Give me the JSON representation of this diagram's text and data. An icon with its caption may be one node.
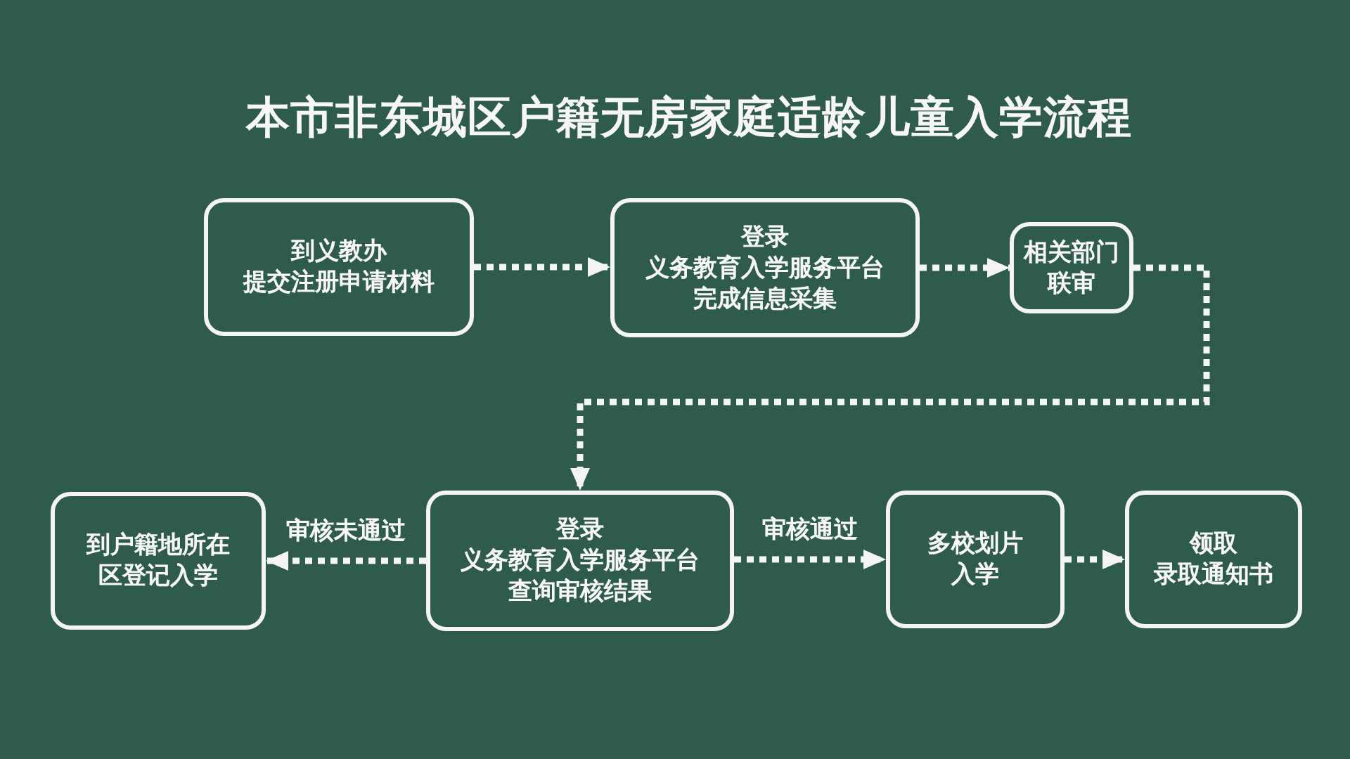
{
  "diagram": {
    "title": "本市非东城区户籍无房家庭适龄儿童入学流程",
    "nodes": [
      {
        "text": [
          "到义教办",
          "提交注册申请材料"
        ]
      },
      {
        "text": [
          "登录",
          "义务教育入学服务平台",
          "完成信息采集"
        ]
      },
      {
        "text": [
          "相关部门联审"
        ]
      },
      {
        "text": [
          "到户籍地所在区登记入学"
        ]
      },
      {
        "text": [
          "登录",
          "义务教育入学服务平台",
          "查询审核结果"
        ]
      },
      {
        "text": [
          "多校划片入学"
        ]
      },
      {
        "text": [
          "领取",
          "录取通知书"
        ]
      }
    ],
    "edges": [
      {
        "from": 0,
        "to": 1,
        "arrow": "to"
      },
      {
        "from": 1,
        "to": 2,
        "arrow": "to"
      },
      {
        "from": 2,
        "to": 4,
        "arrow": "to"
      },
      {
        "from": 4,
        "to": 3,
        "arrow": "to",
        "label": "审核未通过"
      },
      {
        "from": 4,
        "to": 5,
        "arrow": "to",
        "label": "审核通过"
      },
      {
        "from": 5,
        "to": 6,
        "arrow": "to"
      }
    ]
  }
}
